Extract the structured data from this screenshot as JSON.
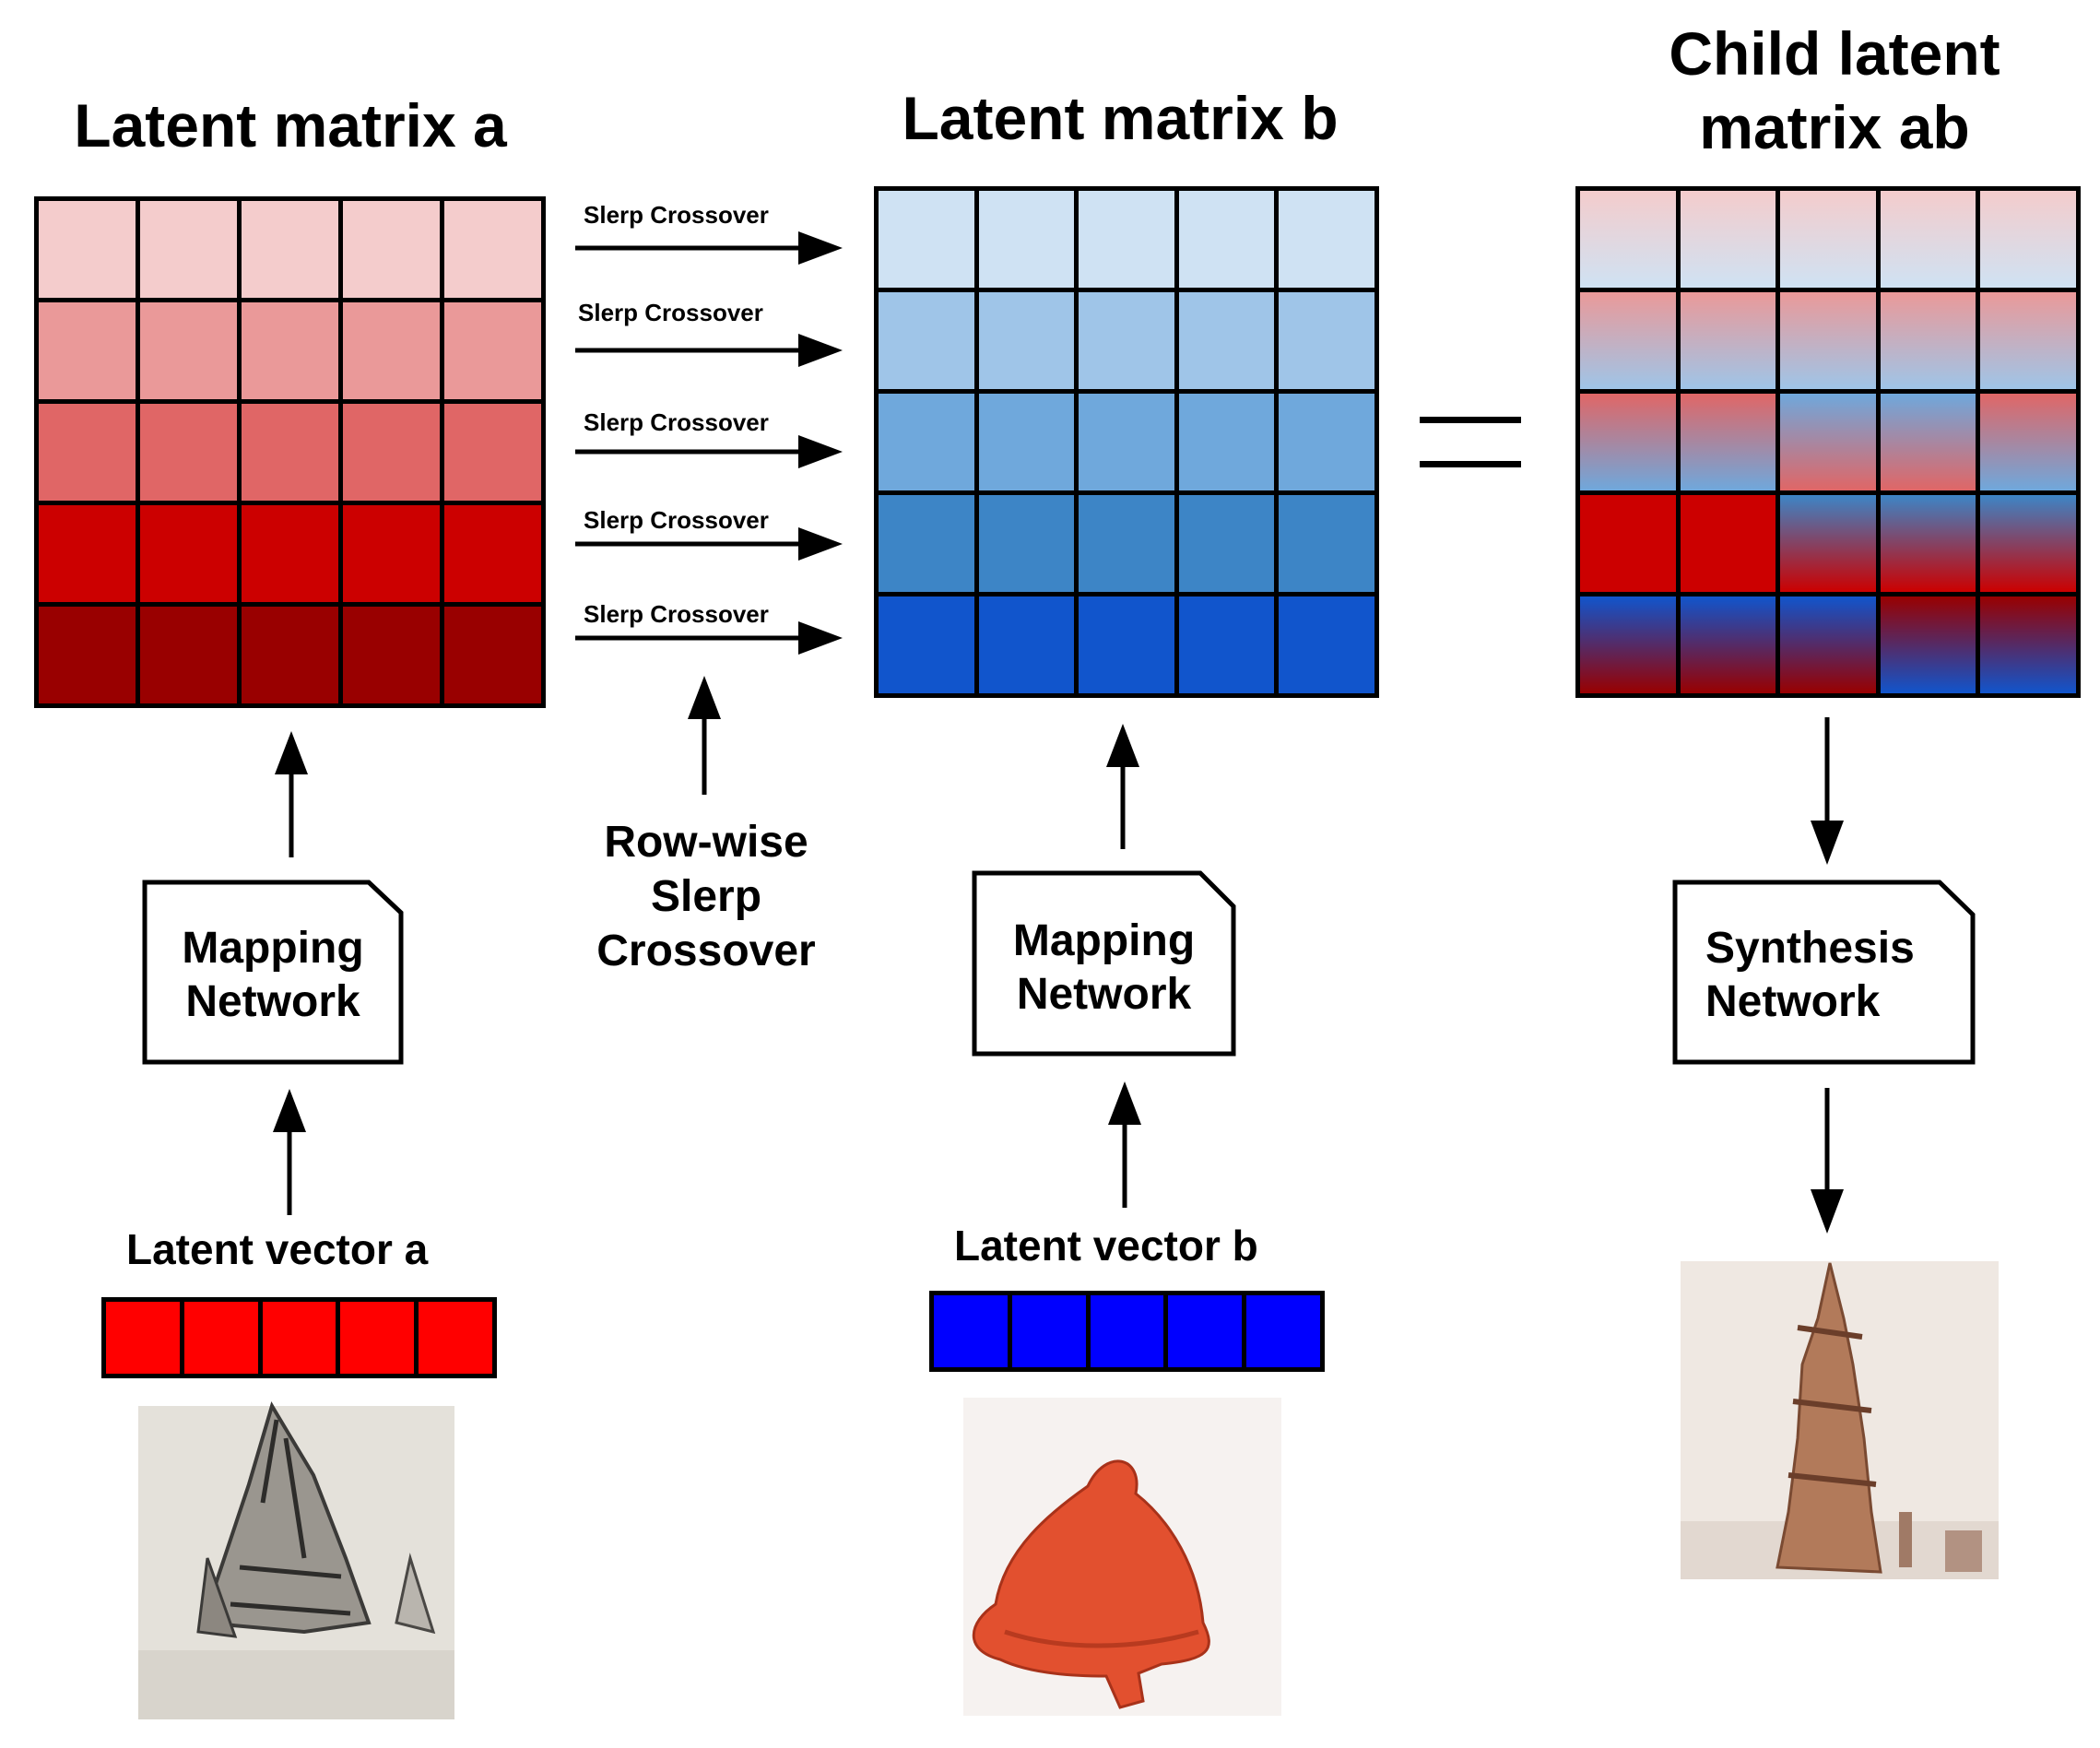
{
  "titles": {
    "matrix_a": "Latent matrix a",
    "matrix_b": "Latent matrix b",
    "child_line1": "Child latent",
    "child_line2": "matrix ab"
  },
  "crossover_arrow_label": "Slerp Crossover",
  "rowwise": {
    "line1": "Row-wise",
    "line2": "Slerp",
    "line3": "Crossover"
  },
  "equals_sign": "=",
  "mapping_a": {
    "line1": "Mapping",
    "line2": "Network"
  },
  "mapping_b": {
    "line1": "Mapping",
    "line2": "Network"
  },
  "synthesis": {
    "line1": "Synthesis",
    "line2": "Network"
  },
  "vector_a_label": "Latent vector a",
  "vector_b_label": "Latent vector b",
  "colors": {
    "matrix_a_rows": [
      "#f4cccc",
      "#ea9999",
      "#e06666",
      "#cc0000",
      "#990000"
    ],
    "matrix_b_rows": [
      "#cfe2f3",
      "#9fc5e8",
      "#6fa8dc",
      "#3d85c6",
      "#1155cc"
    ],
    "vector_a": "#ff0000",
    "vector_b": "#0000ff"
  },
  "child_pattern": [
    [
      "ab",
      "ab",
      "ab",
      "ab",
      "ab"
    ],
    [
      "ab",
      "ab",
      "ab",
      "ab",
      "ab"
    ],
    [
      "ab",
      "ab",
      "ba",
      "ba",
      "ab"
    ],
    [
      "aa",
      "aa",
      "ba",
      "ba",
      "ba"
    ],
    [
      "ba",
      "ba",
      "ba",
      "ab",
      "ab"
    ]
  ],
  "images": {
    "a": "sketch-tower-image",
    "b": "red-hat-image",
    "child": "brown-tower-image"
  }
}
